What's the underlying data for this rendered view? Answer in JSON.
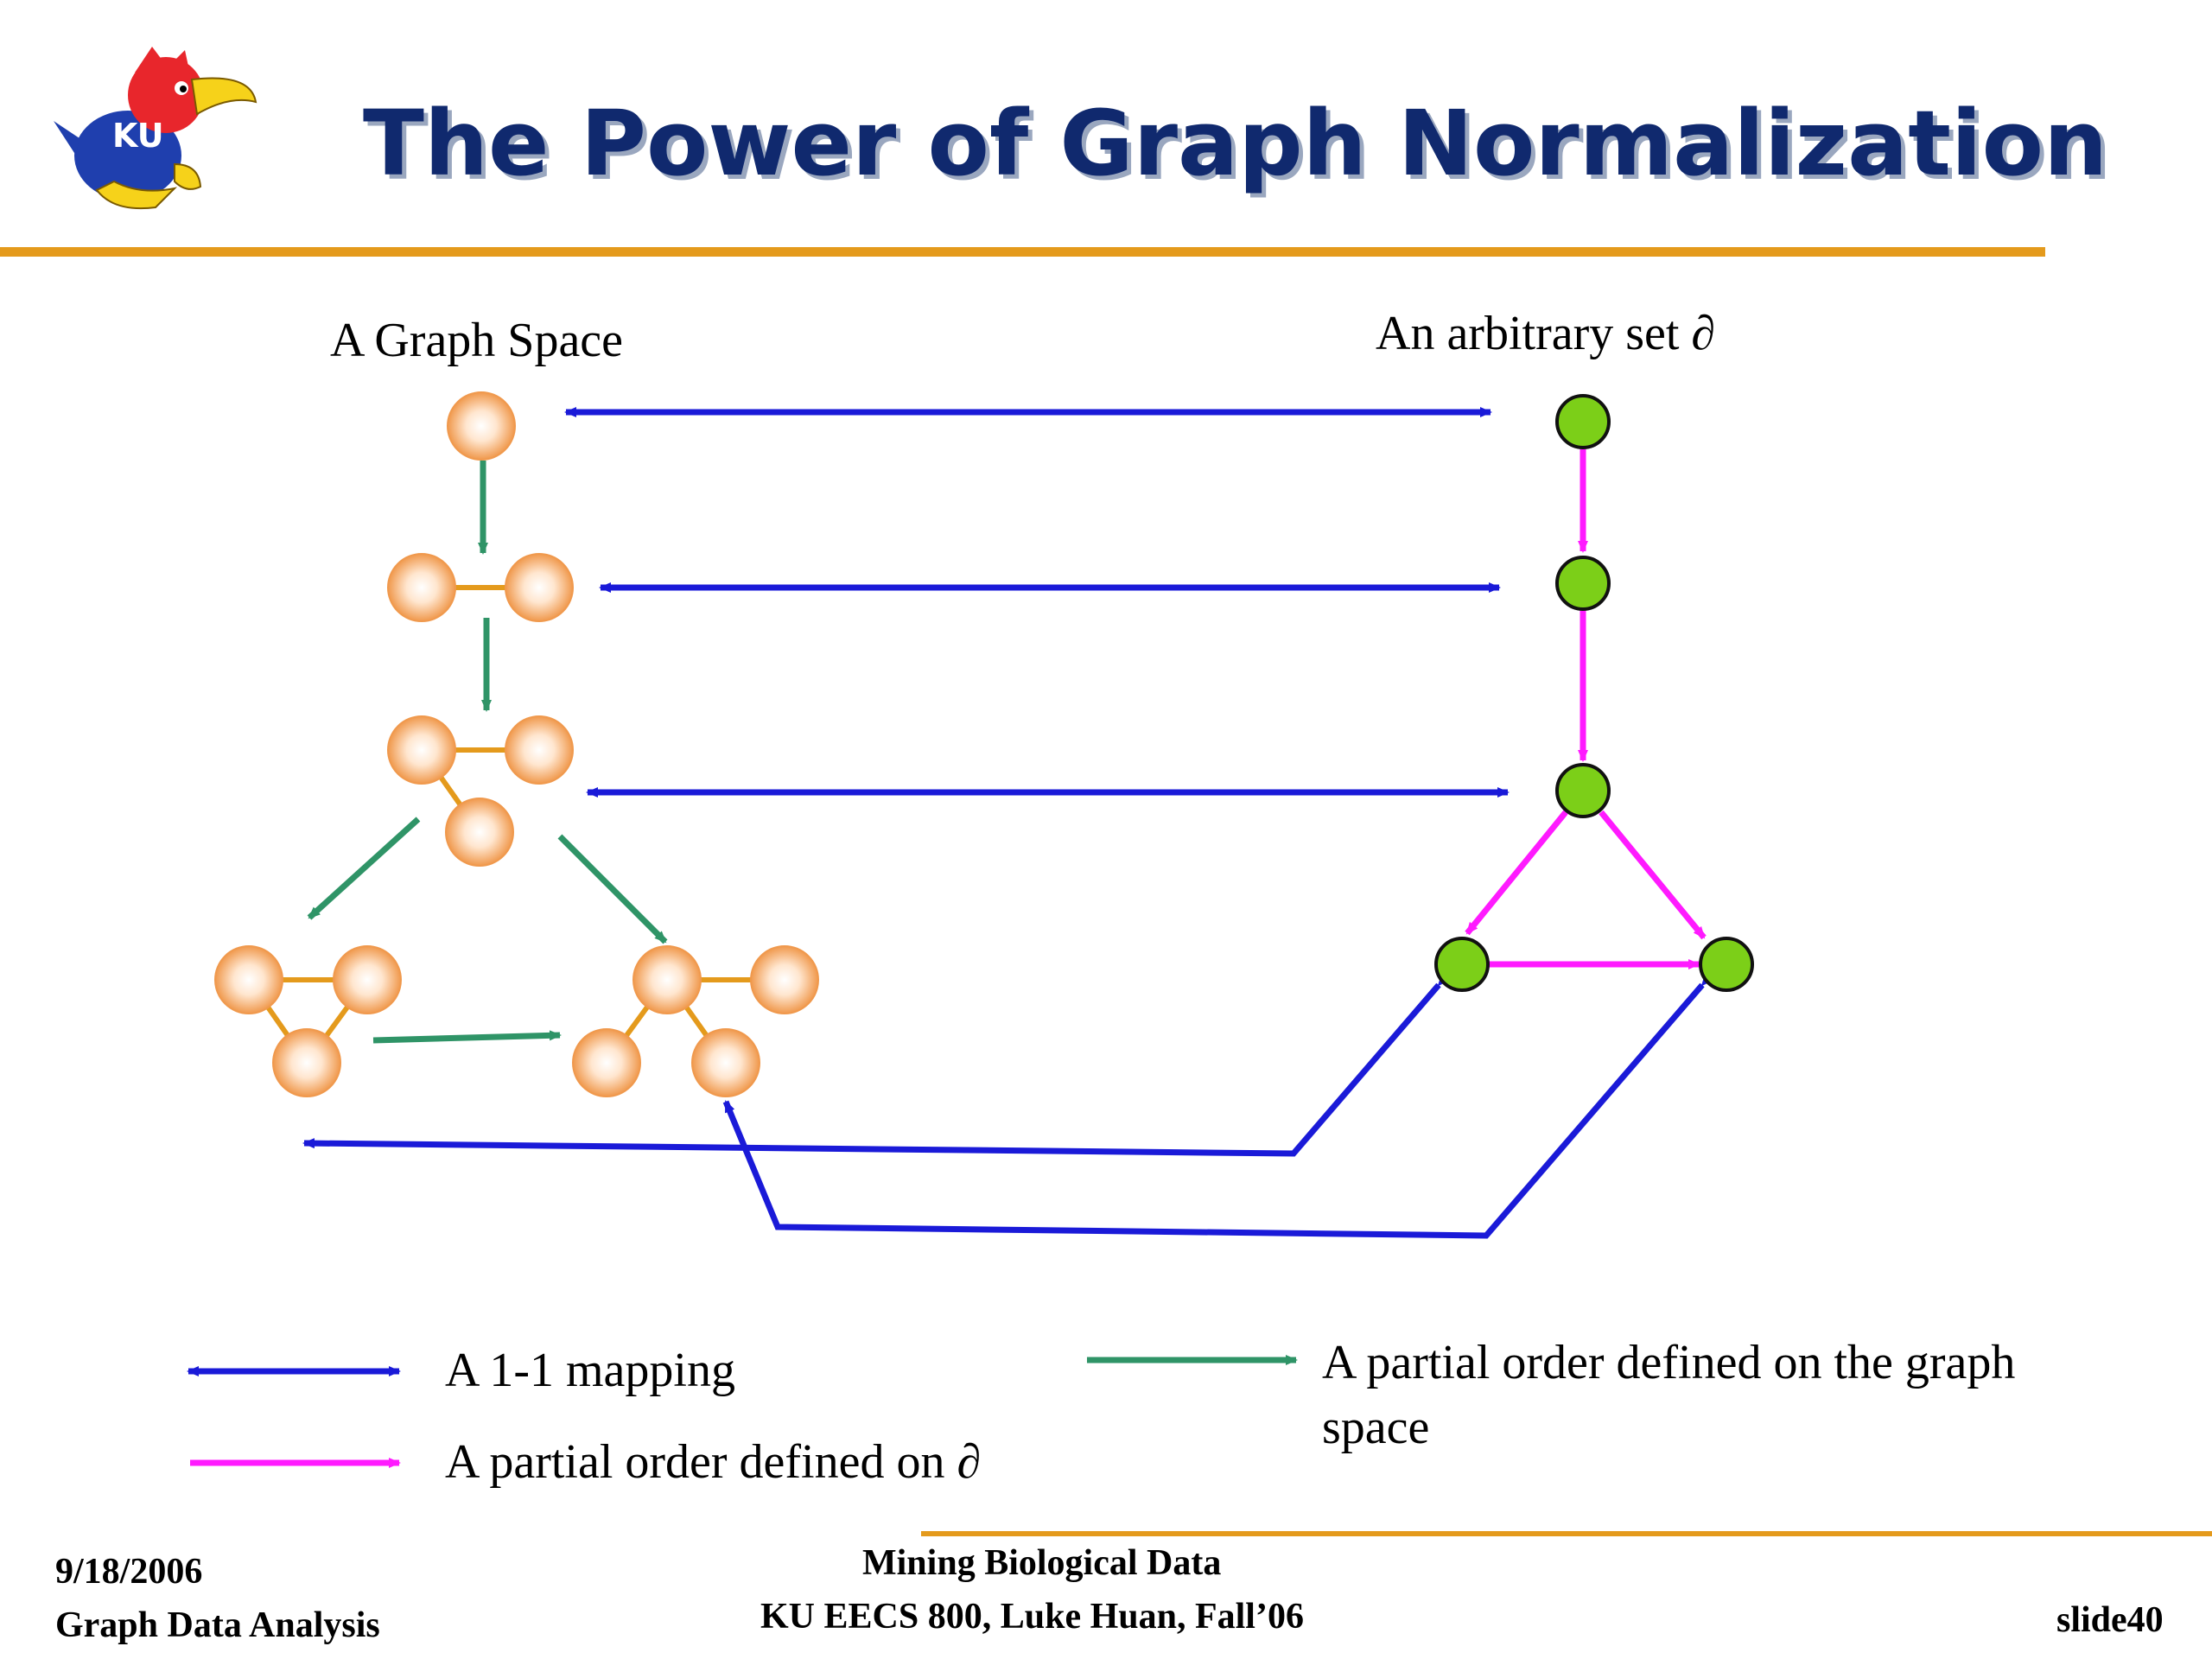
{
  "slide": {
    "title": "The Power of Graph Normalization",
    "mascot_text": "KU"
  },
  "diagram": {
    "left_label": "A Graph Space",
    "right_label": "An arbitrary set ∂",
    "legend": {
      "mapping": "A 1-1 mapping",
      "set_order": "A partial order defined on ∂",
      "graph_order_line1": "A partial order defined on the graph",
      "graph_order_line2": "space"
    }
  },
  "footer": {
    "date": "9/18/2006",
    "topic": "Graph Data Analysis",
    "course_line1": "Mining Biological Data",
    "course_line2": "KU EECS 800, Luke Huan, Fall’06",
    "slide_number": "slide40"
  },
  "colors": {
    "title": "#10296e",
    "rule": "#e49a1c",
    "mapping_arrow": "#1a1ad8",
    "graph_order_arrow": "#2f9467",
    "set_order_arrow": "#ff1aff",
    "graph_node": "#f2a05c",
    "set_node": "#7ccf18"
  }
}
